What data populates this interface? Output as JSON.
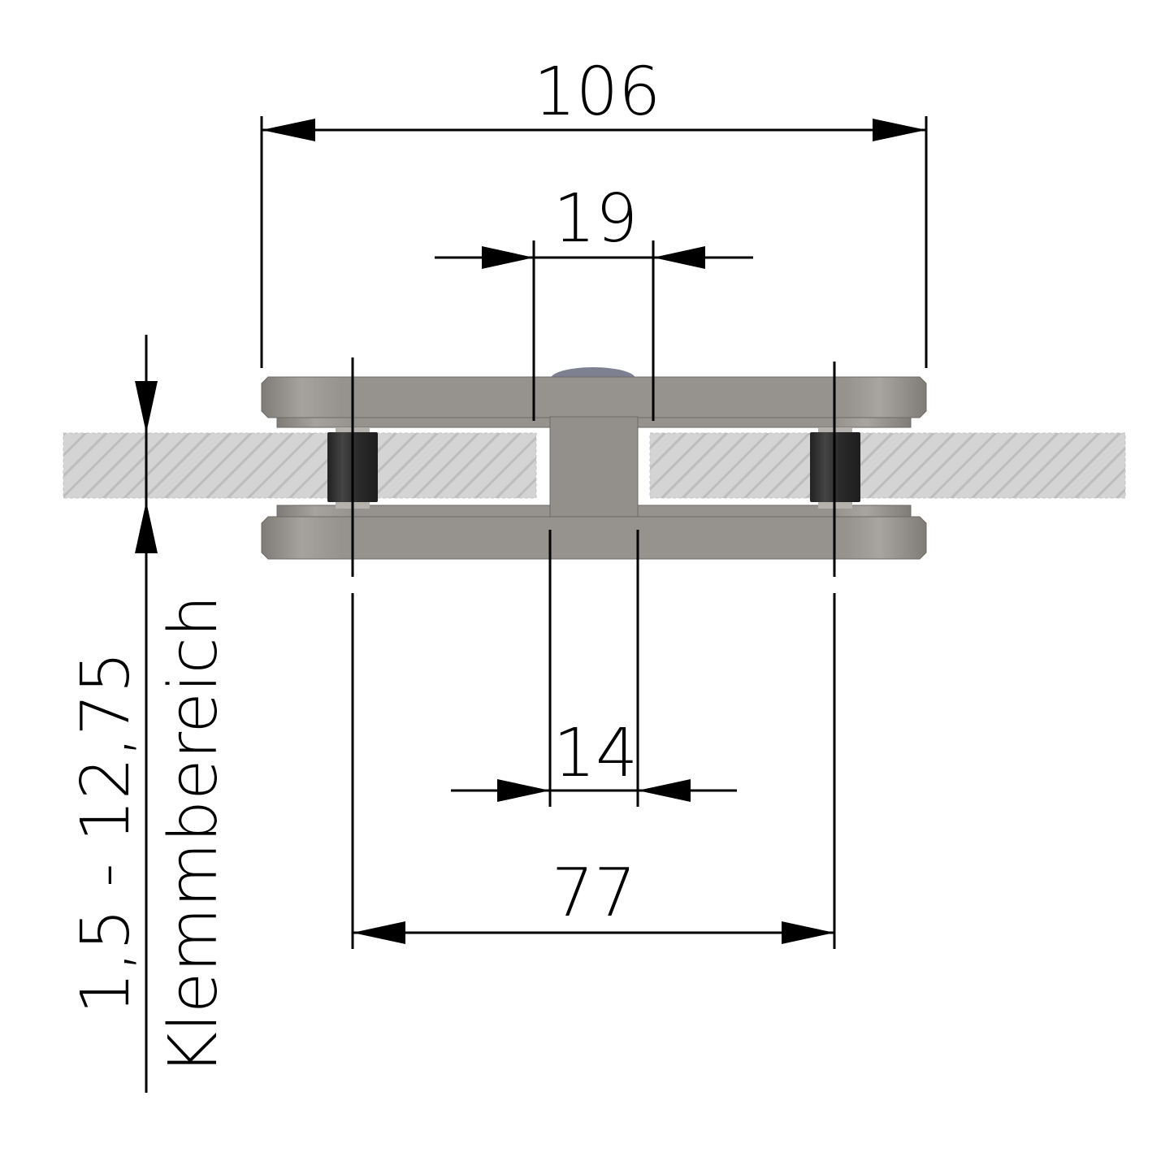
{
  "dimensions": {
    "overall_width": "106",
    "center_top": "19",
    "center_bottom": "14",
    "hole_spacing": "77",
    "clamp_range": "1,5 - 12,75",
    "clamp_label": "Klemmbereich"
  },
  "colors": {
    "metal": "#96928d",
    "metal_dark": "#7f7b76",
    "rubber": "#2e2e2e",
    "glass": "#d4d4d4",
    "glass_hatch": "#bdbdbd",
    "screw_head": "#7c8090",
    "line": "#000000"
  }
}
